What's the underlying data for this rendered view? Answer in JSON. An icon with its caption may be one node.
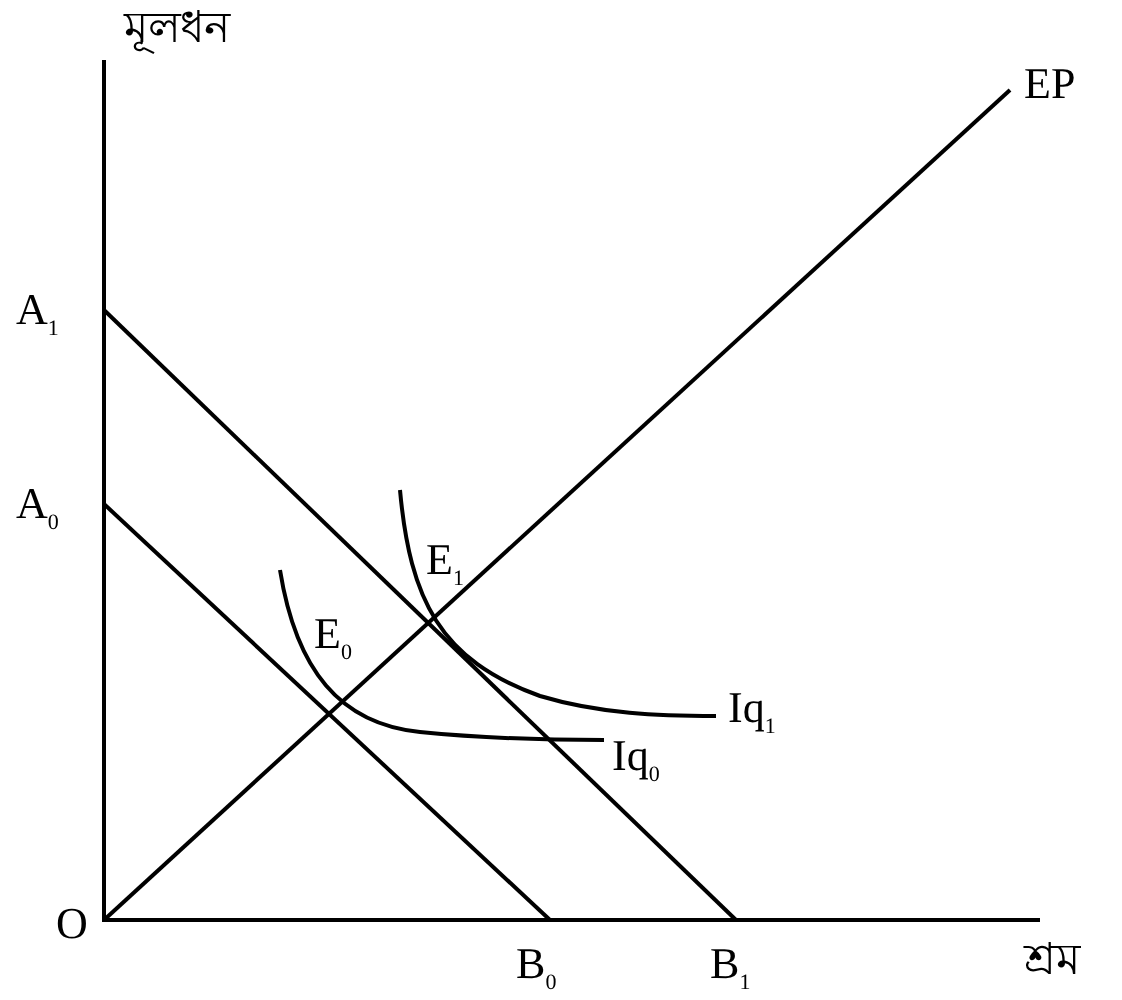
{
  "diagram": {
    "labels": [
      "মূলধন",
      "EP",
      "A$_{1}$",
      "A$_{0}$",
      "E$_{1}$",
      "E$_{0}$",
      "Iq$_{1}$",
      "Iq$_{0}$",
      "O",
      "B$_{0}$",
      "B$_{1}$",
      "শ্রম"
    ]
  }
}
